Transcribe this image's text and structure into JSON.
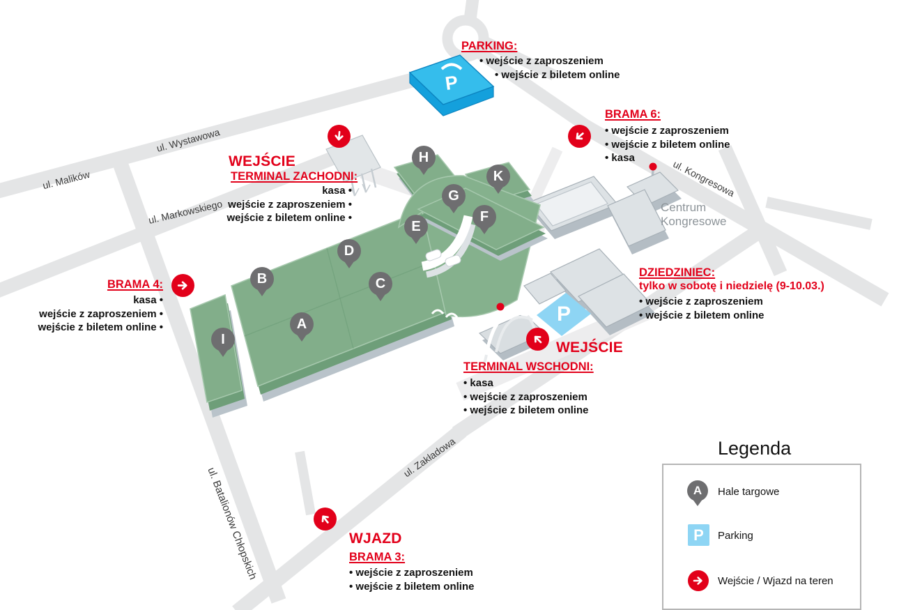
{
  "colors": {
    "accent_red": "#e2001a",
    "hall_green": "#82ae8a",
    "parking_blue": "#35bdec",
    "road_gray": "#e4e5e6",
    "pin_gray": "#6e6e70"
  },
  "streets": {
    "wystawowa": "ul. Wystawowa",
    "malikow": "ul. Malików",
    "markowskiego": "ul. Markowskiego",
    "batalionow": "ul. Batalionów Chłopskich",
    "zakladowa": "ul. Zakładowa",
    "kongresowa": "ul. Kongresowa"
  },
  "place": {
    "centrum": "Centrum\nKongresowe"
  },
  "halls": {
    "a": "A",
    "b": "B",
    "c": "C",
    "d": "D",
    "e": "E",
    "f": "F",
    "g": "G",
    "h": "H",
    "i": "I",
    "k": "K"
  },
  "parking_icons": {
    "north": "P",
    "east": "P"
  },
  "blocks": {
    "parking": {
      "title": "PARKING:",
      "lines": [
        "• wejście z zaproszeniem",
        "• wejście z biletem online"
      ]
    },
    "brama6": {
      "title": "BRAMA 6:",
      "lines": [
        "• wejście z zaproszeniem",
        "• wejście z biletem online",
        "• kasa"
      ]
    },
    "terminal_zachodni": {
      "heading": "WEJŚCIE",
      "title": "TERMINAL ZACHODNI:",
      "lines": [
        "kasa •",
        "wejście z zaproszeniem •",
        "wejście z biletem online •"
      ]
    },
    "brama4": {
      "title": "BRAMA 4:",
      "lines": [
        "kasa •",
        "wejście z zaproszeniem •",
        "wejście z biletem online •"
      ]
    },
    "dziedziniec": {
      "title": "DZIEDZINIEC:",
      "subtitle": "tylko w sobotę i niedzielę (9-10.03.)",
      "lines": [
        "• wejście z zaproszeniem",
        "• wejście z biletem online"
      ]
    },
    "terminal_wschodni": {
      "heading": "WEJŚCIE",
      "title": "TERMINAL WSCHODNI:",
      "lines": [
        "• kasa",
        "• wejście z zaproszeniem",
        "• wejście z biletem online"
      ]
    },
    "brama3": {
      "heading": "WJAZD",
      "title": "BRAMA 3:",
      "lines": [
        "• wejście z zaproszeniem",
        "• wejście z biletem online"
      ]
    }
  },
  "legend": {
    "title": "Legenda",
    "items": [
      {
        "symbol": "A",
        "label": "Hale targowe"
      },
      {
        "symbol": "P",
        "label": "Parking"
      },
      {
        "symbol": "",
        "label": "Wejście / Wjazd na teren"
      }
    ]
  }
}
